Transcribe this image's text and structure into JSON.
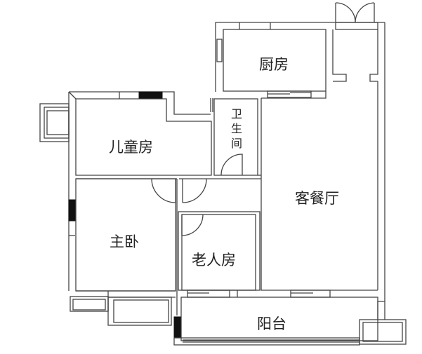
{
  "rooms": {
    "kitchen": "厨房",
    "children_room": "儿童房",
    "bathroom": "卫生间",
    "living_dining": "客餐厅",
    "master_bedroom": "主卧",
    "elderly_room": "老人房",
    "balcony": "阳台"
  },
  "colors": {
    "wall": "#444444",
    "column": "#111111",
    "background": "#ffffff"
  }
}
